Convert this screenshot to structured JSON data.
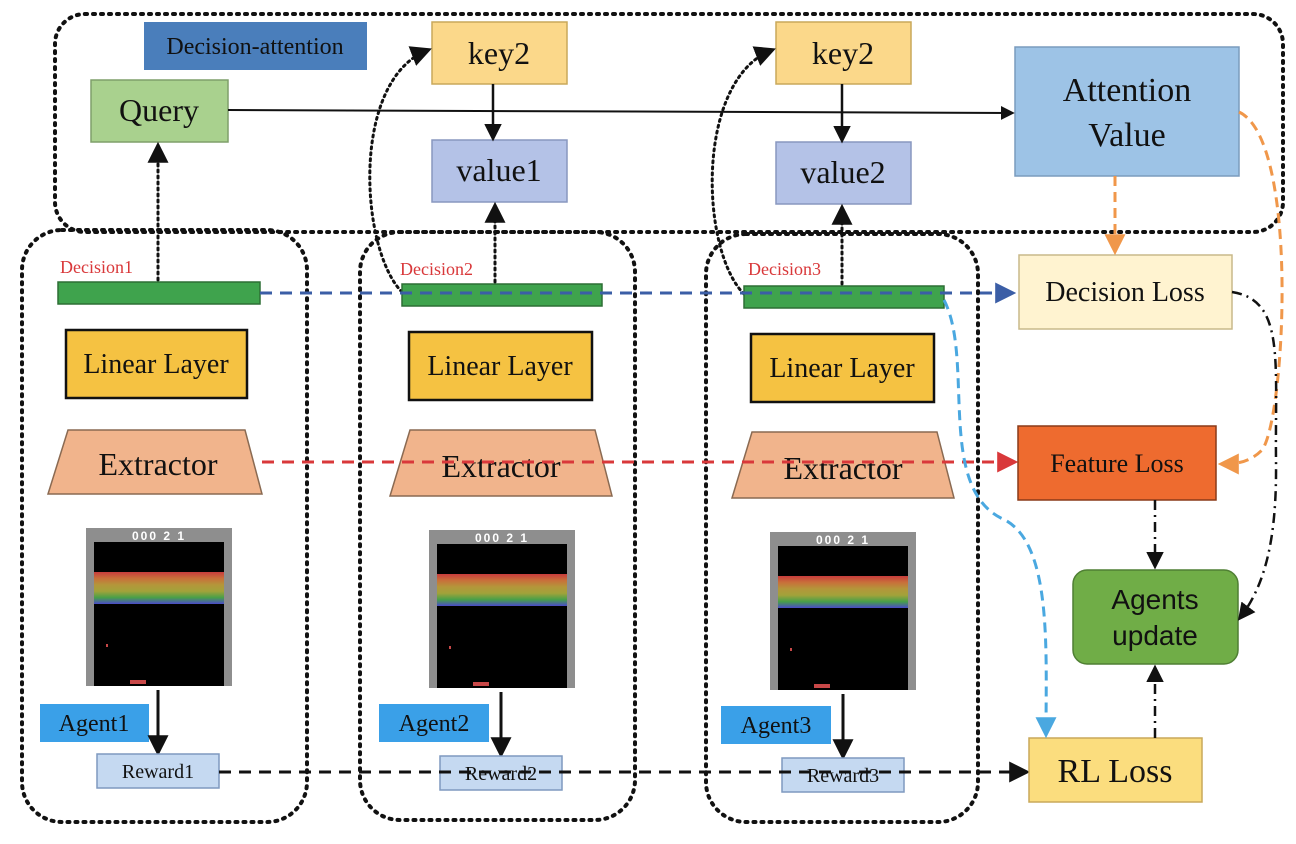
{
  "attention": {
    "title": "Decision-attention",
    "query": "Query",
    "key_a": "key2",
    "key_b": "key2",
    "value_a": "value1",
    "value_b": "value2",
    "attention_value_line1": "Attention",
    "attention_value_line2": "Value"
  },
  "agents": [
    {
      "decision": "Decision1",
      "linear": "Linear Layer",
      "extractor": "Extractor",
      "agent": "Agent1",
      "reward": "Reward1",
      "score": "000 2 1"
    },
    {
      "decision": "Decision2",
      "linear": "Linear Layer",
      "extractor": "Extractor",
      "agent": "Agent2",
      "reward": "Reward2",
      "score": "000 2 1"
    },
    {
      "decision": "Decision3",
      "linear": "Linear Layer",
      "extractor": "Extractor",
      "agent": "Agent3",
      "reward": "Reward3",
      "score": "000 2 1"
    }
  ],
  "losses": {
    "decision": "Decision  Loss",
    "feature": "Feature  Loss",
    "rl": "RL Loss",
    "update_line1": "Agents",
    "update_line2": "update"
  },
  "colors": {
    "query_fill": "#a9d18e",
    "key_fill": "#fbd88a",
    "value_fill": "#b4c2e7",
    "attention_fill": "#9dc3e6",
    "title_fill": "#4a7ebb",
    "linear_fill": "#f5c242",
    "extractor_fill": "#f1b48c",
    "decision_bar": "#3fa34d",
    "agent_label": "#3aa0e8",
    "reward_fill": "#c5d9f1",
    "decision_loss_fill": "#fff3d0",
    "feature_loss_fill": "#ee6b2f",
    "rl_loss_fill": "#fbdd7e",
    "update_fill": "#70ad47",
    "blue_dash": "#3b5ea6",
    "red_dash": "#d9383a",
    "orange_dash": "#f0974a",
    "cyan_dash": "#4aa8e0",
    "decision_label": "#d9383a"
  }
}
